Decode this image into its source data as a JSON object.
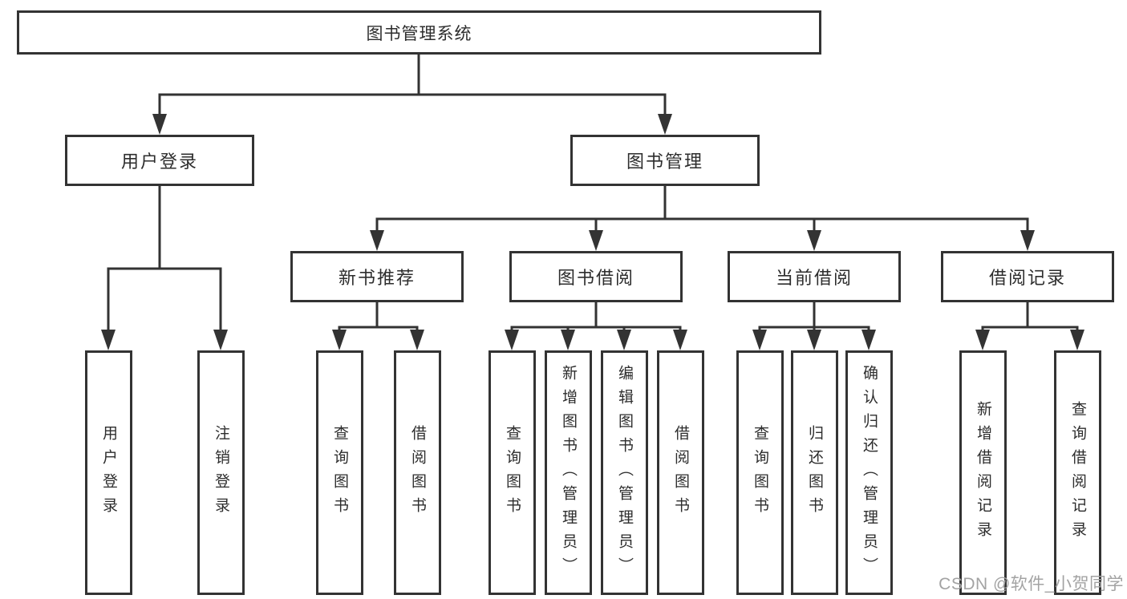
{
  "colors": {
    "line": "#333333",
    "box_border": "#333333",
    "text": "#2d2d2d",
    "watermark": "#a3a3a3",
    "background": "#ffffff"
  },
  "tree": {
    "root": {
      "label": "图书管理系统"
    },
    "level2": [
      {
        "id": "user-login",
        "label": "用户登录"
      },
      {
        "id": "book-management",
        "label": "图书管理"
      }
    ],
    "level3": [
      {
        "id": "new-book-recommendation",
        "label": "新书推荐"
      },
      {
        "id": "book-borrowing",
        "label": "图书借阅"
      },
      {
        "id": "current-borrowing",
        "label": "当前借阅"
      },
      {
        "id": "borrowing-records",
        "label": "借阅记录"
      }
    ],
    "leafGroups": [
      {
        "parent": "用户登录",
        "items": [
          "用户登录",
          "注销登录"
        ]
      },
      {
        "parent": "新书推荐",
        "items": [
          "查询图书",
          "借阅图书"
        ]
      },
      {
        "parent": "图书借阅",
        "items": [
          "查询图书",
          "新增图书（管理员）",
          "编辑图书（管理员）",
          "借阅图书"
        ]
      },
      {
        "parent": "当前借阅",
        "items": [
          "查询图书",
          "归还图书",
          "确认归还（管理员）"
        ]
      },
      {
        "parent": "借阅记录",
        "items": [
          "新增借阅记录",
          "查询借阅记录"
        ]
      }
    ]
  },
  "watermark": {
    "text": "CSDN @软件_小贺同学"
  }
}
